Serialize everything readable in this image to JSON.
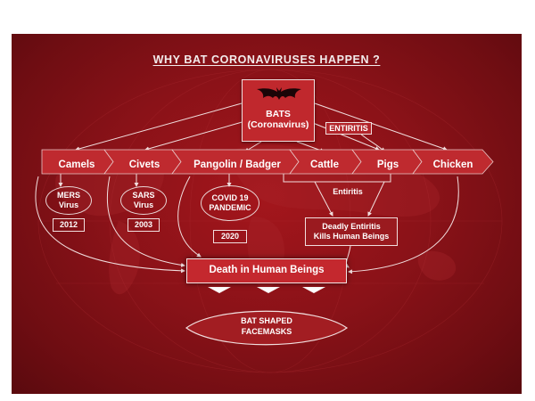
{
  "title": "WHY BAT CORONAVIRUSES HAPPEN ?",
  "bats": {
    "line1": "BATS",
    "line2": "(Coronavirus)",
    "icon": "bat-icon"
  },
  "entiritis_box": "ENTIRITIS",
  "animals": [
    "Camels",
    "Civets",
    "Pangolin / Badger",
    "Cattle",
    "Pigs",
    "Chicken"
  ],
  "mers": {
    "line1": "MERS",
    "line2": "Virus",
    "year": "2012"
  },
  "sars": {
    "line1": "SARS",
    "line2": "Virus",
    "year": "2003"
  },
  "covid": {
    "line1": "COVID 19",
    "line2": "PANDEMIC",
    "year": "2020"
  },
  "entiritis_label": "Entiritis",
  "deadly": {
    "line1": "Deadly Entiritis",
    "line2": "Kills Human Beings"
  },
  "death": "Death in Human Beings",
  "mask": {
    "line1": "BAT SHAPED",
    "line2": "FACEMASKS"
  },
  "colors": {
    "background": "#8a1218",
    "box": "#c0282d",
    "line": "#f1dede"
  }
}
